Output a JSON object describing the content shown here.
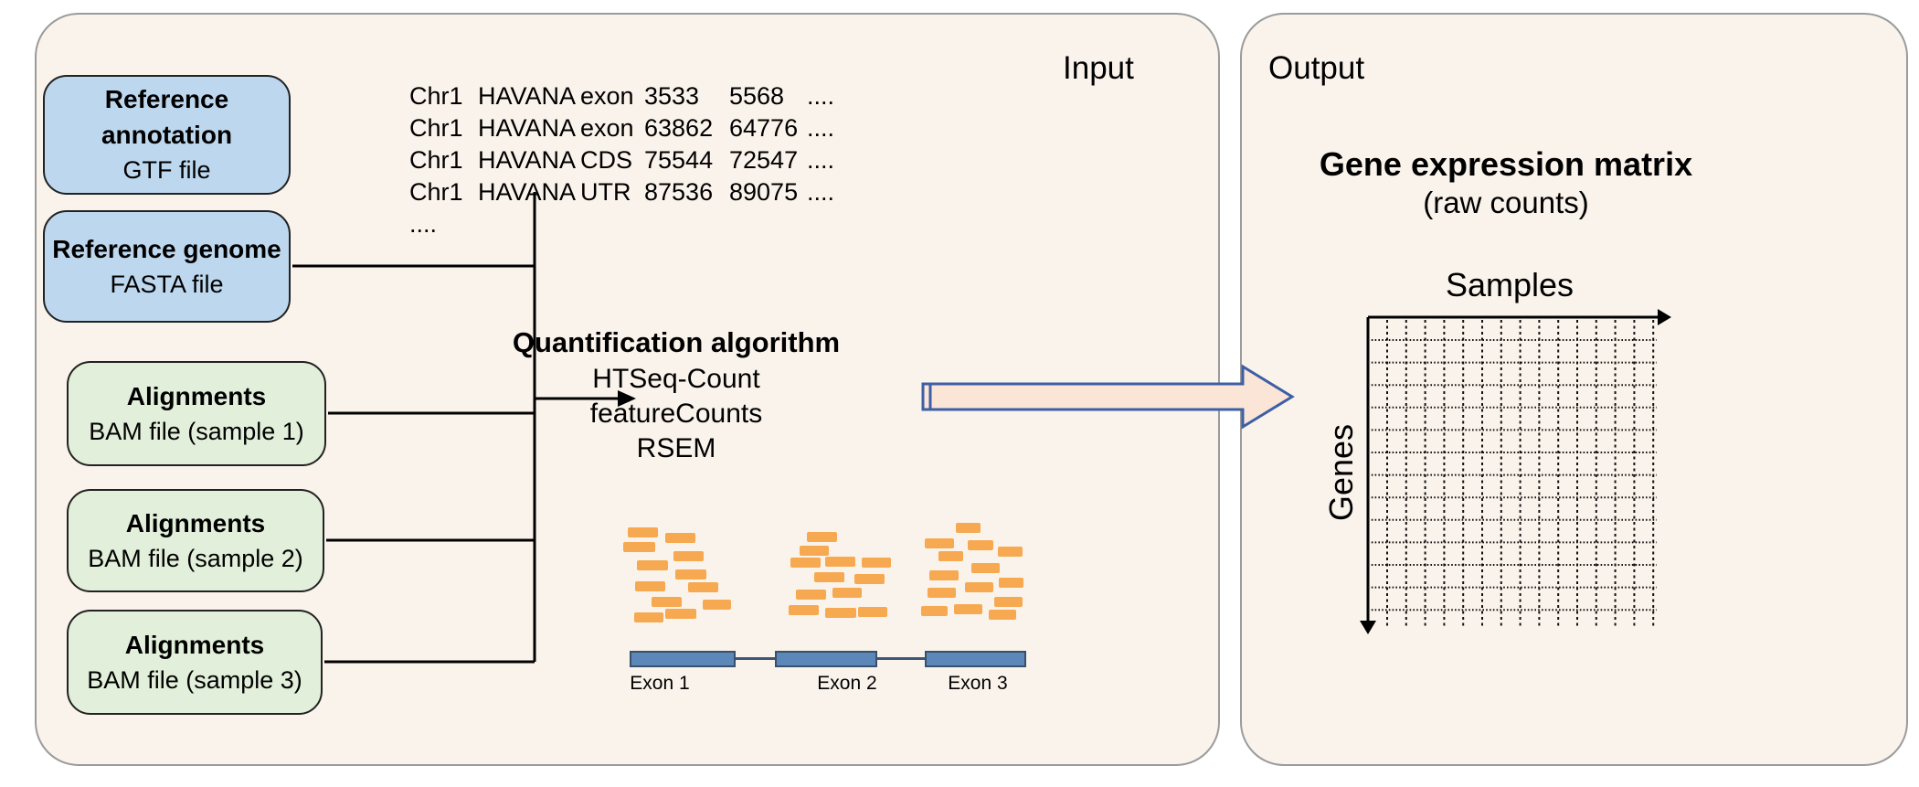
{
  "page": {
    "background": "#ffffff",
    "panel_fill": "#faf3eb",
    "panel_border": "#9b9b9b"
  },
  "input_panel": {
    "label": "Input"
  },
  "output_panel": {
    "label": "Output"
  },
  "colors": {
    "blue_box": "#bdd7ee",
    "green_box": "#e2efda",
    "read": "#f6a950",
    "exon": "#5b88b8",
    "intron_line": "#3f5673",
    "big_arrow_fill": "#fbe5d7",
    "big_arrow_stroke": "#3e5fa5",
    "line": "#000000"
  },
  "boxes": [
    {
      "title": "Reference annotation",
      "subtitle": "GTF file",
      "kind": "blue"
    },
    {
      "title": "Reference genome",
      "subtitle": "FASTA file",
      "kind": "blue"
    },
    {
      "title": "Alignments",
      "subtitle": "BAM file (sample 1)",
      "kind": "green"
    },
    {
      "title": "Alignments",
      "subtitle": "BAM file (sample 2)",
      "kind": "green"
    },
    {
      "title": "Alignments",
      "subtitle": "BAM file (sample 3)",
      "kind": "green"
    }
  ],
  "gtf": {
    "rows": [
      [
        "Chr1",
        "HAVANA",
        "exon",
        "3533",
        "5568",
        "...."
      ],
      [
        "Chr1",
        "HAVANA",
        "exon",
        "63862",
        "64776",
        "...."
      ],
      [
        "Chr1",
        "HAVANA",
        "CDS",
        "75544",
        "72547",
        "...."
      ],
      [
        "Chr1",
        "HAVANA",
        "UTR",
        "87536",
        "89075",
        "...."
      ]
    ],
    "ellipsis": "...."
  },
  "algorithm": {
    "title": "Quantification algorithm",
    "tools": [
      "HTSeq-Count",
      "featureCounts",
      "RSEM"
    ]
  },
  "gene_model": {
    "exon_labels": [
      "Exon 1",
      "Exon 2",
      "Exon 3"
    ],
    "read_height": 11,
    "clusters": [
      [
        [
          687,
          577,
          33
        ],
        [
          728,
          583,
          33
        ],
        [
          682,
          593,
          35
        ],
        [
          737,
          603,
          33
        ],
        [
          697,
          613,
          34
        ],
        [
          739,
          623,
          34
        ],
        [
          753,
          637,
          33
        ],
        [
          695,
          636,
          33
        ],
        [
          713,
          653,
          33
        ],
        [
          769,
          656,
          31
        ],
        [
          728,
          666,
          34
        ],
        [
          694,
          670,
          32
        ]
      ],
      [
        [
          883,
          582,
          33
        ],
        [
          875,
          597,
          32
        ],
        [
          865,
          610,
          33
        ],
        [
          903,
          609,
          33
        ],
        [
          943,
          610,
          32
        ],
        [
          891,
          626,
          33
        ],
        [
          935,
          628,
          33
        ],
        [
          871,
          645,
          33
        ],
        [
          911,
          643,
          32
        ],
        [
          863,
          662,
          33
        ],
        [
          903,
          665,
          34
        ],
        [
          939,
          664,
          32
        ]
      ],
      [
        [
          1046,
          572,
          27
        ],
        [
          1012,
          589,
          32
        ],
        [
          1059,
          591,
          28
        ],
        [
          1092,
          598,
          27
        ],
        [
          1027,
          603,
          27
        ],
        [
          1063,
          616,
          31
        ],
        [
          1017,
          624,
          32
        ],
        [
          1093,
          632,
          27
        ],
        [
          1056,
          637,
          31
        ],
        [
          1015,
          643,
          31
        ],
        [
          1088,
          653,
          31
        ],
        [
          1008,
          663,
          29
        ],
        [
          1044,
          661,
          31
        ],
        [
          1082,
          667,
          30
        ]
      ]
    ]
  },
  "matrix": {
    "title": "Gene expression matrix",
    "subtitle": "(raw counts)",
    "x_axis": "Samples",
    "y_axis": "Genes",
    "columns": 15,
    "rows": 13
  }
}
